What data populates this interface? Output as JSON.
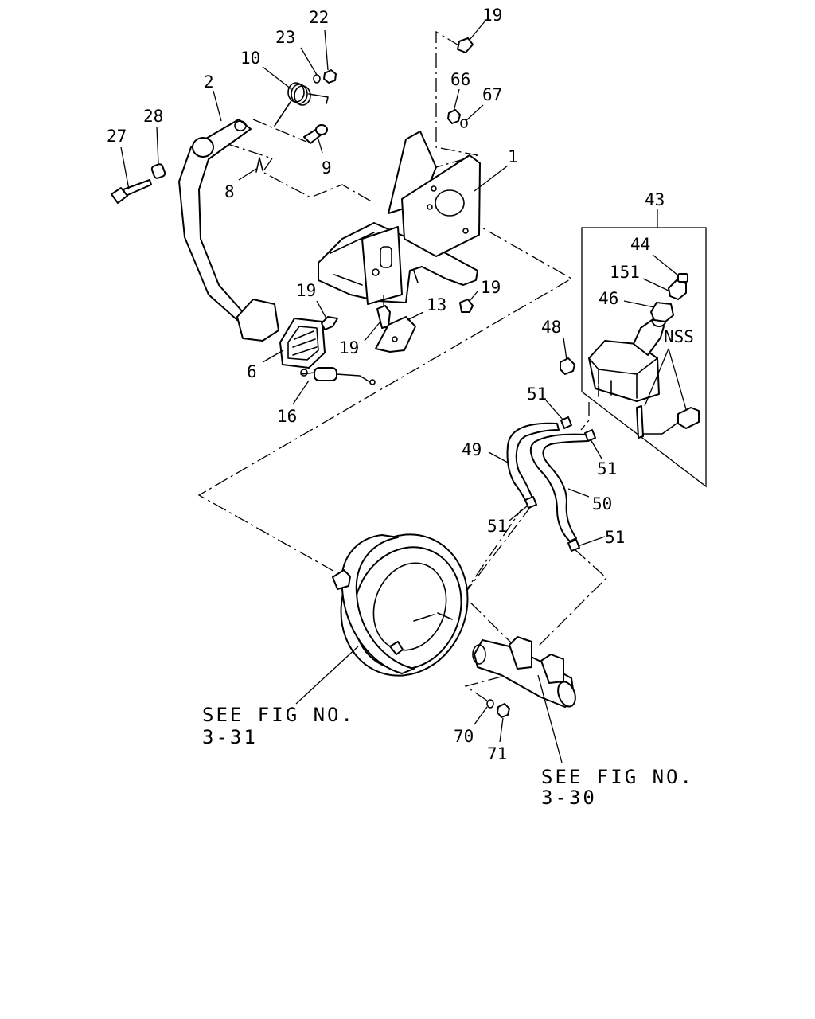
{
  "callouts": {
    "c22": "22",
    "c23": "23",
    "c10": "10",
    "c2": "2",
    "c28": "28",
    "c27": "27",
    "c9": "9",
    "c8": "8",
    "c19a": "19",
    "c66": "66",
    "c67": "67",
    "c1": "1",
    "c43": "43",
    "c44": "44",
    "c151": "151",
    "c46": "46",
    "cNSS": "NSS",
    "c19b": "19",
    "c19c": "19",
    "c19d": "19",
    "c13": "13",
    "c6": "6",
    "c16": "16",
    "c48": "48",
    "c51a": "51",
    "c51b": "51",
    "c49": "49",
    "c50": "50",
    "c51c": "51",
    "c51d": "51",
    "c70": "70",
    "c71": "71"
  },
  "notes": {
    "booster_line1": "SEE FIG NO.",
    "booster_line2": "3-31",
    "cylinder_line1": "SEE FIG NO.",
    "cylinder_line2": "3-30"
  }
}
